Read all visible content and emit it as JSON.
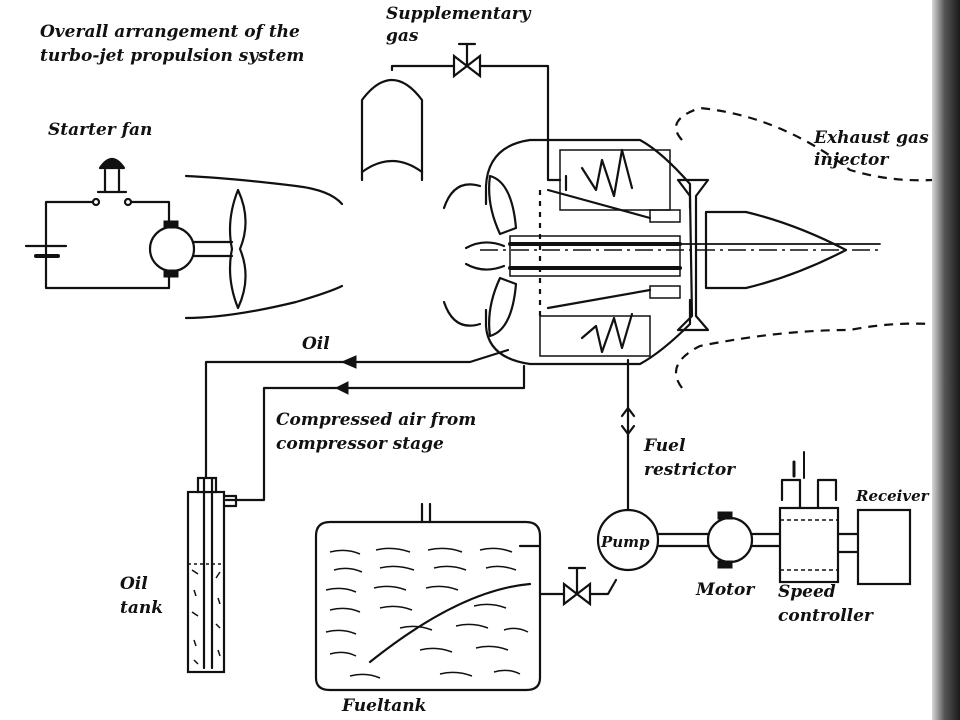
{
  "labels": {
    "title_line1": "Overall arrangement of the",
    "title_line2": "turbo-jet propulsion system",
    "supplementary_line1": "Supplementary",
    "supplementary_line2": "gas",
    "starter_fan": "Starter fan",
    "exhaust_line1": "Exhaust gas",
    "exhaust_line2": "injector",
    "oil": "Oil",
    "compressed_line1": "Compressed air from",
    "compressed_line2": "compressor stage",
    "fuel_restrictor_line1": "Fuel",
    "fuel_restrictor_line2": "restrictor",
    "receiver": "Receiver",
    "pump": "Pump",
    "motor": "Motor",
    "speed_controller_line1": "Speed",
    "speed_controller_line2": "controller",
    "oil_tank_line1": "Oil",
    "oil_tank_line2": "tank",
    "fueltank": "Fueltank"
  }
}
